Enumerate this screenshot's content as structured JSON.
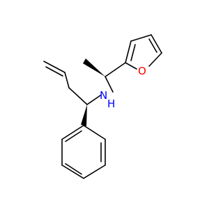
{
  "molecule": {
    "atoms": {
      "oxygen": {
        "symbol": "O",
        "color": "#ff0000"
      },
      "nitrogen": {
        "symbol": "N",
        "color": "#0000ff"
      },
      "hydrogen": {
        "symbol": "H",
        "color": "#0000ff"
      }
    },
    "bond_color": "#000000"
  }
}
